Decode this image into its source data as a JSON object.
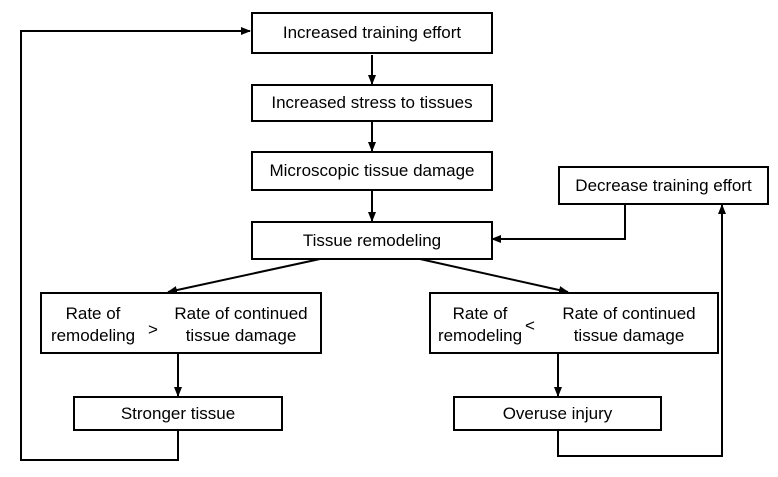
{
  "nodes": {
    "increased_training_effort": "Increased training effort",
    "increased_stress": "Increased stress to tissues",
    "microscopic_damage": "Microscopic tissue damage",
    "tissue_remodeling": "Tissue remodeling",
    "decrease_training_effort": "Decrease training effort",
    "stronger_tissue": "Stronger tissue",
    "overuse_injury": "Overuse injury"
  },
  "comparisons": {
    "left": {
      "a_line1": "Rate of",
      "a_line2": "remodeling",
      "operator": ">",
      "b_line1": "Rate of continued",
      "b_line2": "tissue damage"
    },
    "right": {
      "a_line1": "Rate of",
      "a_line2": "remodeling",
      "operator": "<",
      "b_line1": "Rate of continued",
      "b_line2": "tissue damage"
    }
  }
}
